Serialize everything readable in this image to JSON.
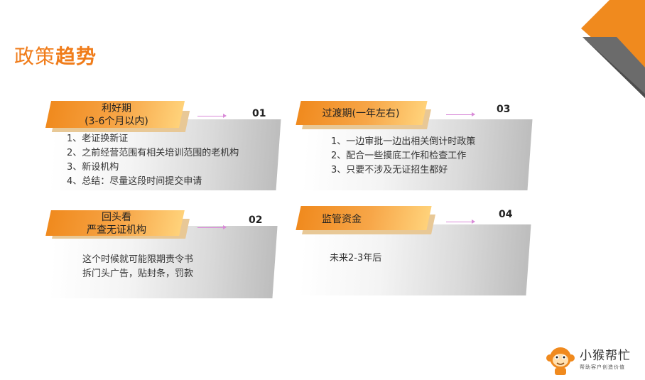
{
  "title_regular": "政策",
  "title_bold": "趋势",
  "cards": [
    {
      "label_line1": "利好期",
      "label_line2": "(3-6个月以内)",
      "number": "01",
      "lines": [
        "1、老证换新证",
        "2、之前经营范围有相关培训范围的老机构",
        "3、新设机构",
        "4、总结：尽量这段时间提交申请"
      ]
    },
    {
      "label_line1": "回头看",
      "label_line2": "严查无证机构",
      "number": "02",
      "lines": [
        "这个时候就可能限期责令书",
        "拆门头广告，贴封条，罚款"
      ]
    },
    {
      "label_line1": "过渡期(一年左右)",
      "number": "03",
      "lines": [
        "1、一边审批一边出相关倒计时政策",
        "2、配合一些摸底工作和检查工作",
        "3、只要不涉及无证招生都好"
      ]
    },
    {
      "label_line1": "监管资金",
      "number": "04",
      "lines": [
        "未来2-3年后"
      ]
    }
  ],
  "logo": {
    "name": "小猴帮忙",
    "tagline": "帮助客户创造价值"
  },
  "colors": {
    "accent": "#f07c1a",
    "tab_light": "#ffd27a",
    "corner_gray": "#666666"
  }
}
